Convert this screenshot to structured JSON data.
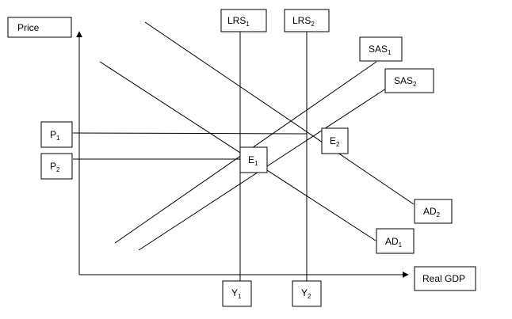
{
  "axes": {
    "y_label": "Price",
    "x_label": "Real GDP"
  },
  "labels": {
    "lrs1": {
      "main": "LRS",
      "sub": "1"
    },
    "lrs2": {
      "main": "LRS",
      "sub": "2"
    },
    "sas1": {
      "main": "SAS",
      "sub": "1"
    },
    "sas2": {
      "main": "SAS",
      "sub": "2"
    },
    "ad1": {
      "main": "AD",
      "sub": "1"
    },
    "ad2": {
      "main": "AD",
      "sub": "2"
    },
    "e1": {
      "main": "E",
      "sub": "1"
    },
    "e2": {
      "main": "E",
      "sub": "2"
    },
    "p1": {
      "main": "P",
      "sub": "1"
    },
    "p2": {
      "main": "P",
      "sub": "2"
    },
    "y1": {
      "main": "Y",
      "sub": "1"
    },
    "y2": {
      "main": "Y",
      "sub": "2"
    }
  },
  "colors": {
    "line": "#000000",
    "background": "#ffffff"
  }
}
